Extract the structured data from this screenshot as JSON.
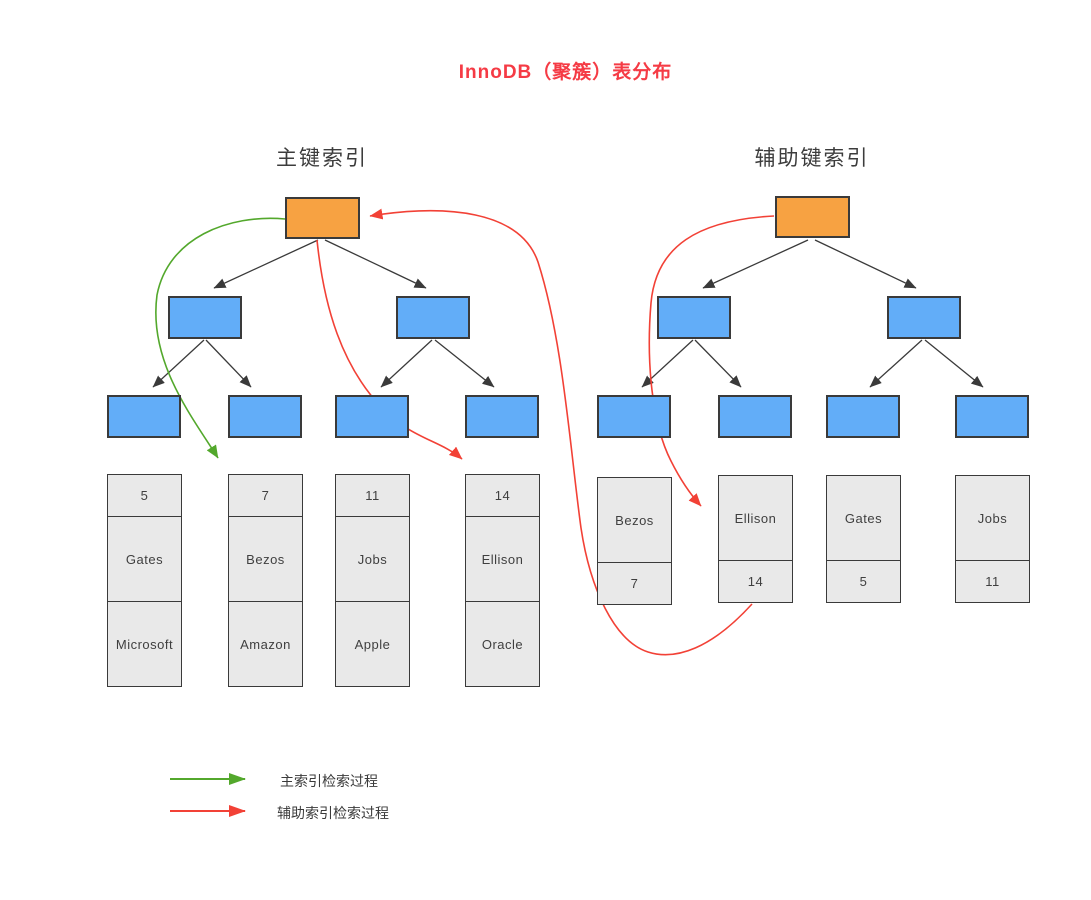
{
  "title": "InnoDB（聚簇）表分布",
  "colors": {
    "orange": "#f7a242",
    "blue": "#62adf8",
    "gray": "#e9e9e9",
    "border": "#3a3a3a",
    "red": "#f24136",
    "green": "#53a82c",
    "titlered": "#f53b45"
  },
  "primary_index": {
    "label": "主键索引",
    "leaf_tables": [
      {
        "rows": [
          "5",
          "Gates",
          "Microsoft"
        ]
      },
      {
        "rows": [
          "7",
          "Bezos",
          "Amazon"
        ]
      },
      {
        "rows": [
          "11",
          "Jobs",
          "Apple"
        ]
      },
      {
        "rows": [
          "14",
          "Ellison",
          "Oracle"
        ]
      }
    ]
  },
  "secondary_index": {
    "label": "辅助键索引",
    "leaf_tables": [
      {
        "rows": [
          "Bezos",
          "7"
        ]
      },
      {
        "rows": [
          "Ellison",
          "14"
        ]
      },
      {
        "rows": [
          "Gates",
          "5"
        ]
      },
      {
        "rows": [
          "Jobs",
          "11"
        ]
      }
    ]
  },
  "legend": {
    "items": [
      {
        "label": "主索引检索过程",
        "color": "#53a82c"
      },
      {
        "label": "辅助索引检索过程",
        "color": "#f24136"
      }
    ]
  }
}
